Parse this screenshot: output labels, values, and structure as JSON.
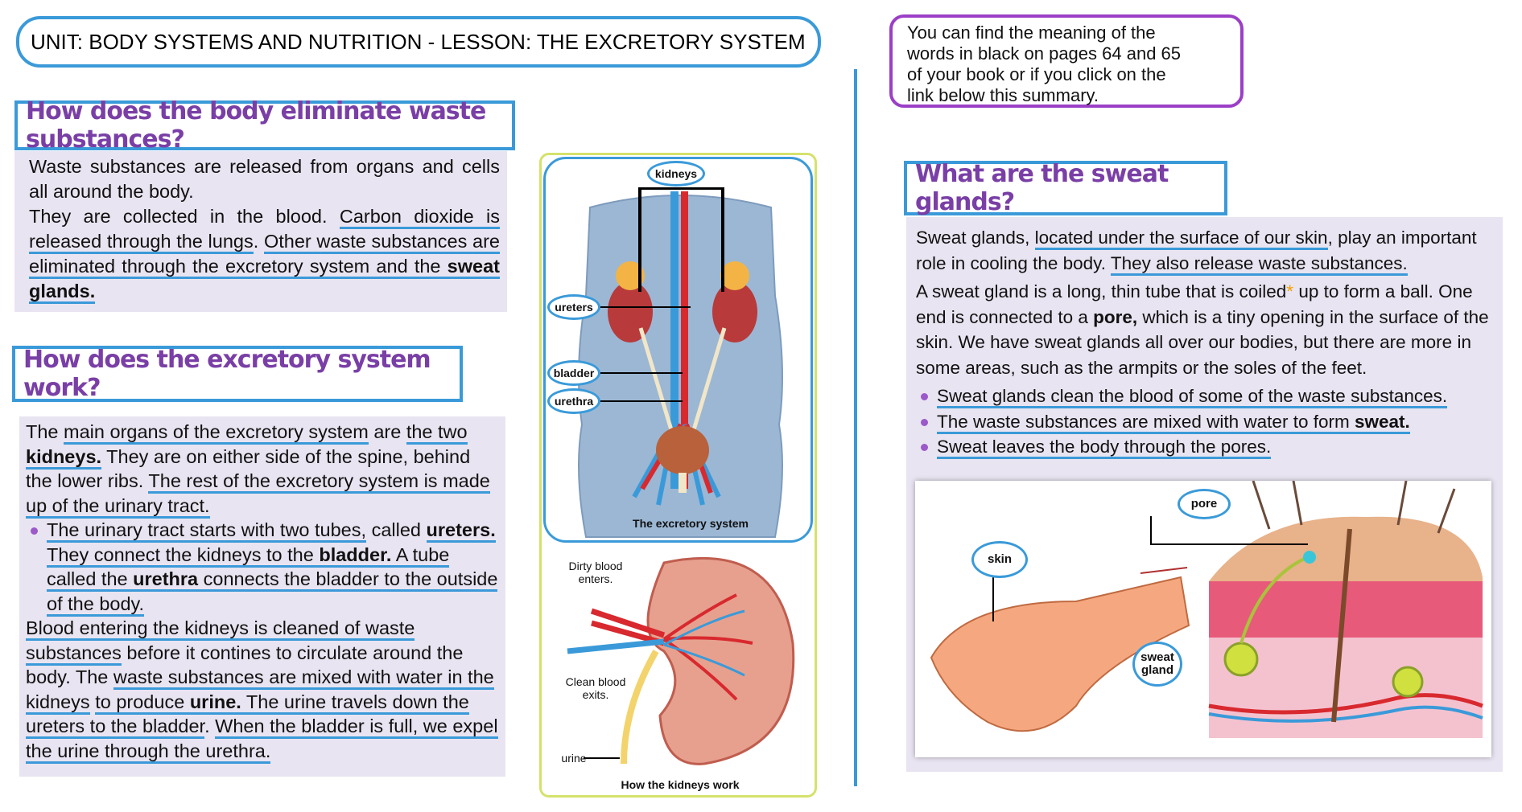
{
  "unit_title": "UNIT: BODY SYSTEMS AND NUTRITION - LESSON: THE EXCRETORY SYSTEM",
  "note": {
    "line1": "You can find the meaning of the",
    "line2": "words in black on pages 64 and 65",
    "line3": "of your book or if you click on the",
    "line4": "link below this summary."
  },
  "section1": {
    "heading": "How does the body eliminate waste substances?",
    "p1": "Waste substances are released from organs and cells all around the body.",
    "p2a": "They are collected in the blood. ",
    "p2b": "Carbon dioxide is released through the lungs",
    "p2c": ". ",
    "p2d": "Other waste substances are eliminated through the excretory system and the ",
    "p2e": "sweat glands."
  },
  "section2": {
    "heading": "How does the excretory system work?",
    "p1a": "The ",
    "p1b": "main organs of the excretory system",
    "p1c": " are ",
    "p1d": "the two ",
    "p1e": "kidneys.",
    "p1f": " They are on either side of the spine, behind the lower ribs. ",
    "p1g": "The rest of the excretory system is made up of the urinary tract.",
    "b1a": "The urinary tract starts with two tubes,",
    "b1b": " called ",
    "b1c": "ureters.",
    "b1d": " They connect the kidneys to the ",
    "b1e": "bladder.",
    "b1f": " A tube called the ",
    "b1g": "urethra",
    "b1h": " connects the bladder to the outside of the body.",
    "p2a": "Blood entering the kidneys is cleaned of waste substances",
    "p2b": " before it contines to circulate around the body. The ",
    "p2c": "waste substances are mixed with water in the kidneys",
    "p2d": " ",
    "p2e": "to produce ",
    "p2f": "urine.",
    "p2g": " The urine travels down the ureters to the bladder",
    "p2h": ". ",
    "p2i": "When the bladder is full, we expel the urine through the urethra."
  },
  "section3": {
    "heading": "What are the sweat glands?",
    "p1a": "Sweat glands, ",
    "p1b": "located under the surface of our skin",
    "p1c": ", play an important role in cooling the body. ",
    "p1d": "They also release waste substances.",
    "p2a": "A sweat gland is a long, thin tube that is coiled",
    "p2star": "*",
    "p2b": " up to form a ball. One end is connected to a ",
    "p2c": "pore,",
    "p2d": " which is a tiny opening in the surface of the skin. We have sweat glands all over our bodies, but there are more in some areas, such as the armpits or the soles of the feet.",
    "b1": "Sweat glands clean the blood of some of the waste substances.",
    "b2a": "The waste substances are mixed with water to form ",
    "b2b": "sweat.",
    "b3": "Sweat leaves the body through the pores."
  },
  "figure1": {
    "kidneys": "kidneys",
    "ureters": "ureters",
    "bladder": "bladder",
    "urethra": "urethra",
    "caption": "The excretory system"
  },
  "figure2": {
    "dirty": "Dirty blood enters.",
    "clean": "Clean blood exits.",
    "urine": "urine",
    "caption": "How the kidneys work"
  },
  "figure3": {
    "pore": "pore",
    "skin": "skin",
    "sweat_gland": "sweat gland"
  },
  "colors": {
    "accent_blue": "#3a9ad9",
    "heading_purple": "#7a3fa6",
    "panel": "#e9e4f1"
  }
}
